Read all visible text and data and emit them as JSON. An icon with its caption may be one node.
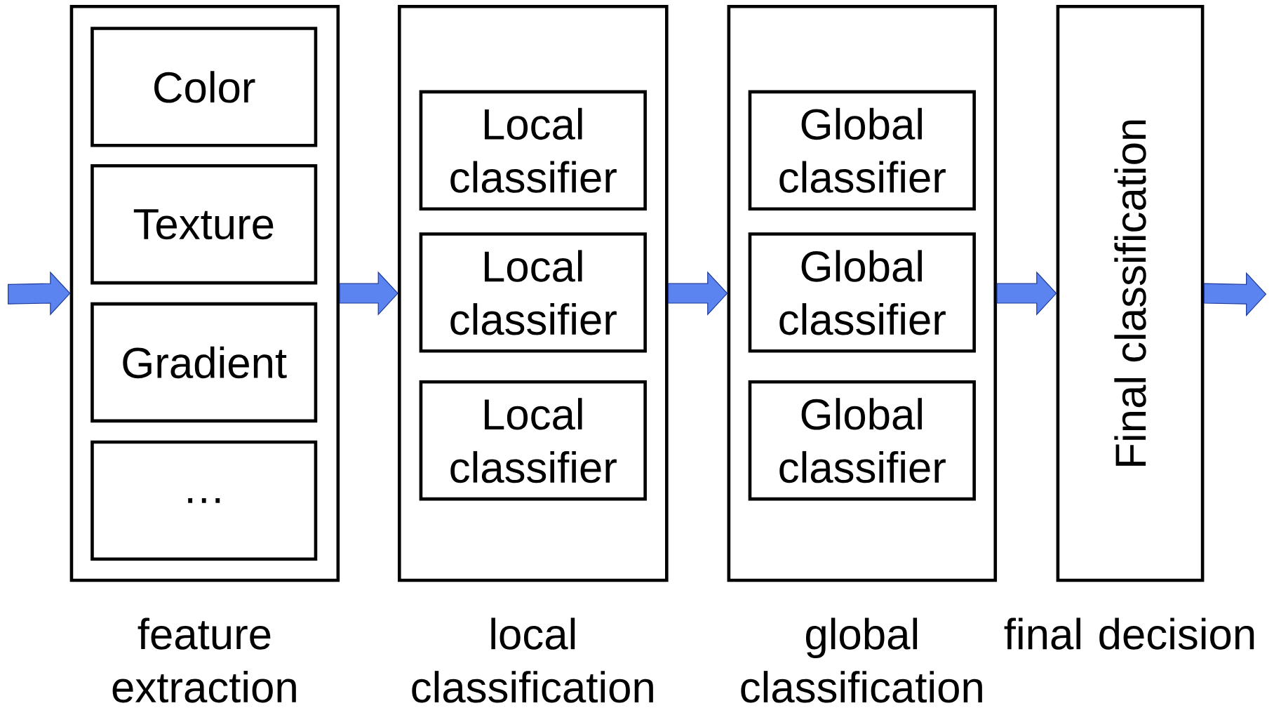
{
  "diagram": {
    "nodes": [
      {
        "text": [],
        "shape": "box",
        "beside": [
          "feature extraction"
        ]
      },
      {
        "text": [
          "Color"
        ],
        "in": 0
      },
      {
        "text": [
          "Texture"
        ],
        "in": 0
      },
      {
        "text": [
          "Gradient"
        ],
        "in": 0
      },
      {
        "text": [
          "…"
        ],
        "in": 0
      },
      {
        "text": [],
        "shape": "box",
        "beside": [
          "local classification"
        ]
      },
      {
        "text": [
          "Local classifier"
        ],
        "in": 5
      },
      {
        "text": [
          "Local classifier"
        ],
        "in": 5
      },
      {
        "text": [
          "Local classifier"
        ],
        "in": 5
      },
      {
        "text": [],
        "shape": "box",
        "beside": [
          "global classification"
        ]
      },
      {
        "text": [
          "Global classifier"
        ],
        "in": 9
      },
      {
        "text": [
          "Global classifier"
        ],
        "in": 9
      },
      {
        "text": [
          "Global classifier"
        ],
        "in": 9
      },
      {
        "text": [
          "Final classification"
        ],
        "beside": [
          "final decision"
        ]
      }
    ],
    "edges": [
      {
        "from": null,
        "to": 0,
        "arrow": "to"
      },
      {
        "from": 0,
        "to": 5,
        "arrow": "to"
      },
      {
        "from": 5,
        "to": 9,
        "arrow": "to"
      },
      {
        "from": 9,
        "to": 13,
        "arrow": "to"
      },
      {
        "from": 13,
        "to": null,
        "arrow": "to"
      }
    ]
  }
}
